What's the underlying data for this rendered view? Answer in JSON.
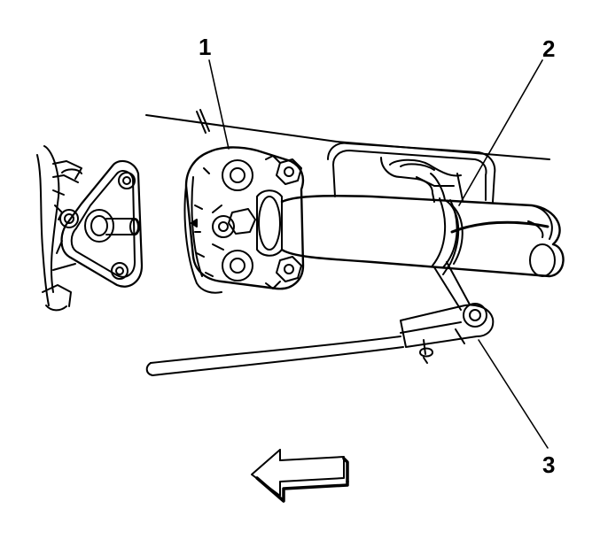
{
  "figure": {
    "callouts": [
      {
        "id": "1",
        "label": "1"
      },
      {
        "id": "2",
        "label": "2"
      },
      {
        "id": "3",
        "label": "3"
      }
    ],
    "direction_arrow": "left-arrow-icon",
    "colors": {
      "line": "#000000",
      "background": "#ffffff"
    }
  }
}
